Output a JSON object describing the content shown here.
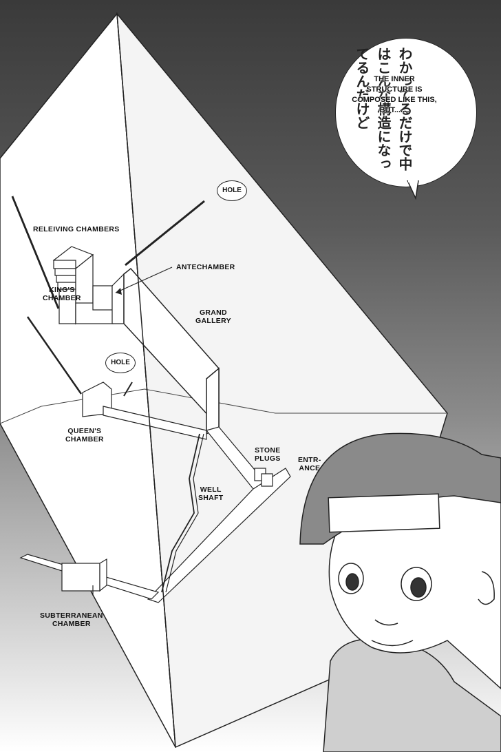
{
  "speech": {
    "japanese": "わかってるだけで中はこんな構造になってるんだけど",
    "english": "THE INNER STRUCTURE IS COMPOSED LIKE THIS, BUT......."
  },
  "labels": {
    "relieving": "RELEIVING CHAMBERS",
    "kings_1": "KING'S",
    "kings_2": "CHAMBER",
    "antechamber": "ANTECHAMBER",
    "grand_1": "GRAND",
    "grand_2": "GALLERY",
    "queens_1": "QUEEN'S",
    "queens_2": "CHAMBER",
    "stone_1": "STONE",
    "stone_2": "PLUGS",
    "entrance_1": "ENTR-",
    "entrance_2": "ANCE",
    "well_1": "WELL",
    "well_2": "SHAFT",
    "sub_1": "SUBTERRANEAN",
    "sub_2": "CHAMBER"
  },
  "holes": {
    "upper": "HOLE",
    "lower": "HOLE"
  },
  "colors": {
    "ink": "#111111",
    "paper": "#ffffff",
    "screentone_dark": "#3a3a3a"
  }
}
